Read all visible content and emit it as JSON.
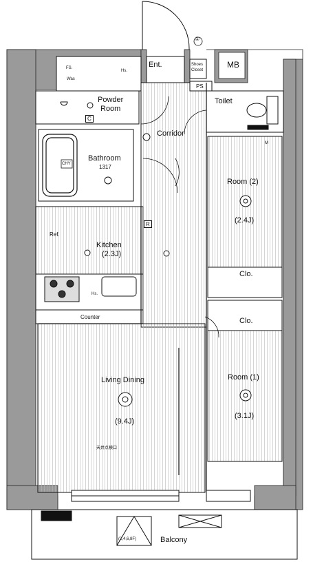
{
  "rooms": {
    "entrance": "Ent.",
    "mb": "MB",
    "shoes_closet": [
      "Shoes",
      "Closet"
    ],
    "ps": "PS",
    "powder_room": [
      "Powder",
      "Room"
    ],
    "toilet": "Toilet",
    "corridor": "Corridor",
    "bathroom": "Bathroom",
    "bathroom_size": "1317",
    "kitchen": "Kitchen",
    "kitchen_size": "(2.3J)",
    "room2": "Room (2)",
    "room2_size": "(2.4J)",
    "closet_upper": "Clo.",
    "closet_lower": "Clo.",
    "living_dining": "Living Dining",
    "living_size": "(9.4J)",
    "room1": "Room (1)",
    "room1_size": "(3.1J)",
    "balcony": "Balcony",
    "counter": "Counter"
  },
  "markers": {
    "column_ref": "①",
    "c_mark": "C",
    "r_mark": "R",
    "m_mark": "M",
    "ref": "Ref.",
    "hs": "Hs.",
    "fs": "FS.",
    "was": "Was",
    "ceiling_note": "天井点検口",
    "balcony_note": "(2,4,6,8F)",
    "chy": "CHY"
  },
  "colors": {
    "wall_fill": "#9a9a9a",
    "line": "#111111",
    "background": "#ffffff"
  }
}
